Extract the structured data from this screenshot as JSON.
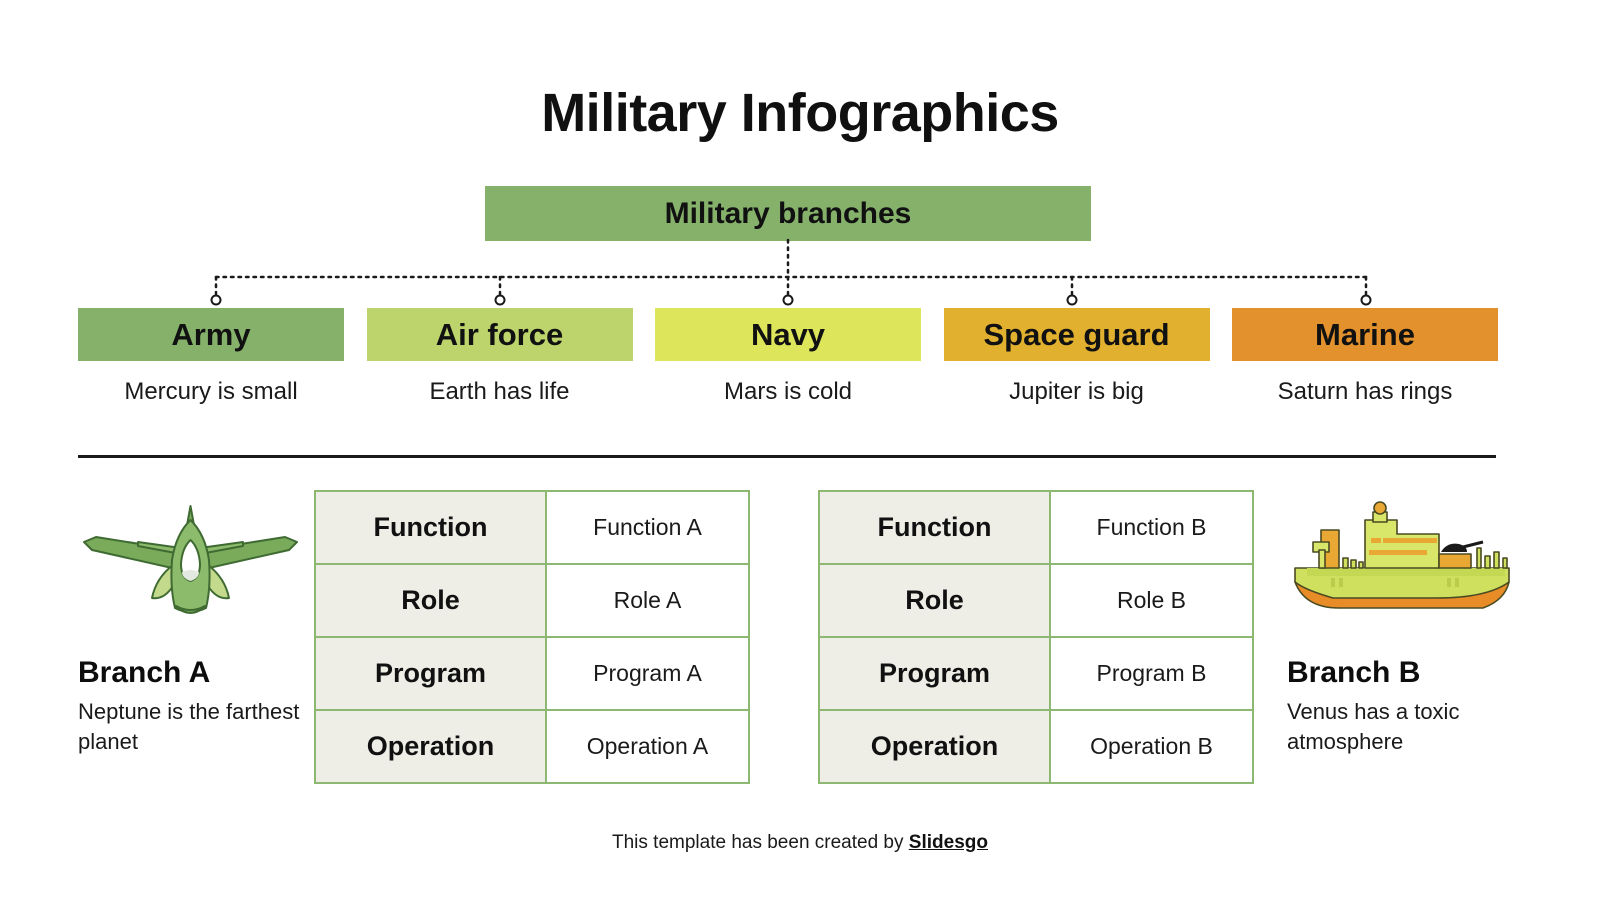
{
  "title": "Military Infographics",
  "root_node": {
    "label": "Military branches",
    "color": "#85b16a"
  },
  "branches": [
    {
      "label": "Army",
      "caption": "Mercury is small",
      "color": "#85b16a"
    },
    {
      "label": "Air force",
      "caption": "Earth has life",
      "color": "#bdd46d"
    },
    {
      "label": "Navy",
      "caption": "Mars is cold",
      "color": "#dde55a"
    },
    {
      "label": "Space guard",
      "caption": "Jupiter is big",
      "color": "#e0b02e"
    },
    {
      "label": "Marine",
      "caption": "Saturn has rings",
      "color": "#e2912c"
    }
  ],
  "panels": [
    {
      "illustration": "fighter-jet-icon",
      "heading": "Branch A",
      "description": "Neptune is the farthest planet",
      "rows": [
        {
          "label": "Function",
          "value": "Function A"
        },
        {
          "label": "Role",
          "value": "Role A"
        },
        {
          "label": "Program",
          "value": "Program A"
        },
        {
          "label": "Operation",
          "value": "Operation A"
        }
      ]
    },
    {
      "illustration": "warship-icon",
      "heading": "Branch B",
      "description": "Venus has a toxic atmosphere",
      "rows": [
        {
          "label": "Function",
          "value": "Function B"
        },
        {
          "label": "Role",
          "value": "Role B"
        },
        {
          "label": "Program",
          "value": "Program B"
        },
        {
          "label": "Operation",
          "value": "Operation B"
        }
      ]
    }
  ],
  "footer": {
    "text": "This template has been created by ",
    "link_label": "Slidesgo"
  },
  "colors": {
    "table_border": "#8cb872",
    "table_label_bg": "#eeeee6",
    "divider": "#1a1a1a",
    "connector": "#1a1a1a"
  }
}
